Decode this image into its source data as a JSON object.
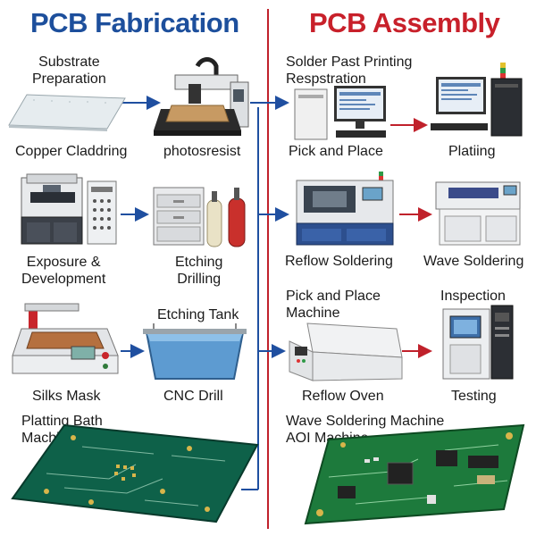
{
  "fabrication": {
    "title": "PCB Fabrication",
    "labels": {
      "substrate": "Substrate\nPreparation",
      "copper": "Copper Claddring",
      "photoresist": "photosresist",
      "exposure": "Exposure &\nDevelopment",
      "etching": "Etching\nDrilling",
      "etching_tank": "Etching Tank",
      "silks": "Silks  Mask",
      "cnc": "CNC Drill",
      "plating": "Platting Bath\nMachine"
    }
  },
  "assembly": {
    "title": "PCB Assembly",
    "labels": {
      "solder": "Solder Past Printing\nRespstration",
      "pick": "Pick and Place",
      "plating": "Platiing",
      "reflow": "Reflow Soldering",
      "wave": "Wave Soldering",
      "pick_machine": "Pick and Place\nMachine",
      "inspection": "Inspection",
      "reflow_oven": "Reflow Oven",
      "testing": "Testing",
      "wave_machine": "Wave Soldering Machine\nAOI Machine"
    }
  },
  "colors": {
    "fab_title": "#1d4f9c",
    "asm_title": "#c8202a",
    "fab_arrow": "#1f4fa0",
    "asm_arrow": "#c0212b",
    "divider": "#c0212b"
  }
}
